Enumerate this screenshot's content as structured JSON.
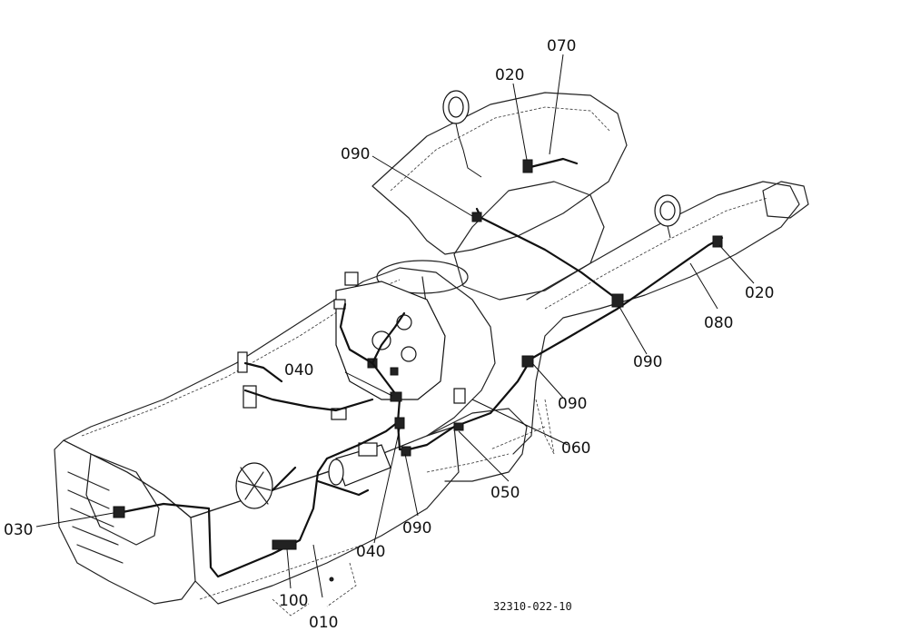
{
  "diagram": {
    "part_labels": [
      "070",
      "020",
      "090",
      "020",
      "080",
      "090",
      "040",
      "090",
      "060",
      "050",
      "030",
      "090",
      "040",
      "100",
      "010"
    ],
    "drawing_number": "32310-022-10"
  }
}
